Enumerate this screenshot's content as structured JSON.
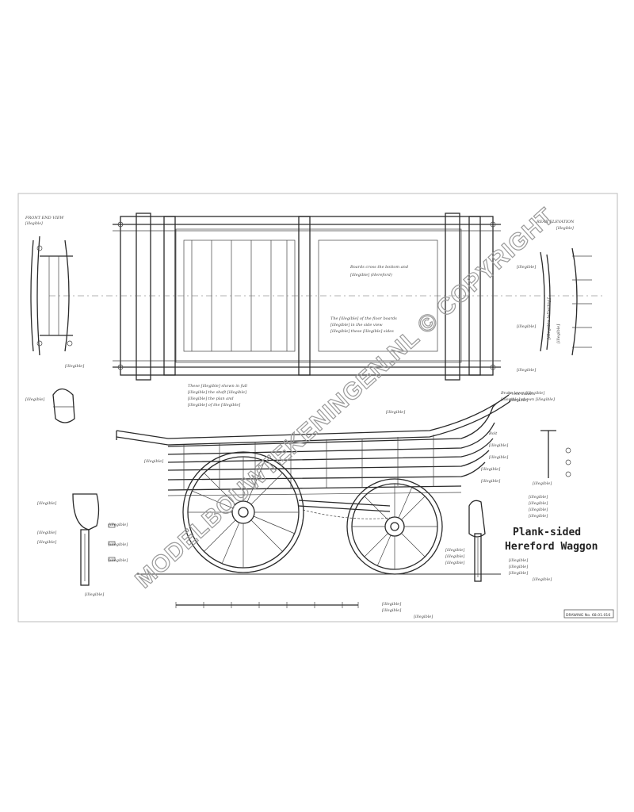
{
  "drawing": {
    "title_line1": "Plank-sided",
    "title_line2": "Hereford Waggon",
    "drawing_number": "DRAWING No. 68.01.016",
    "watermark": "MODELBOUWTEKENINGEN.NL © COPYRIGHT"
  },
  "colors": {
    "ink": "#2a2a2a",
    "paper": "#ffffff",
    "watermark": "#9a9a9a"
  }
}
